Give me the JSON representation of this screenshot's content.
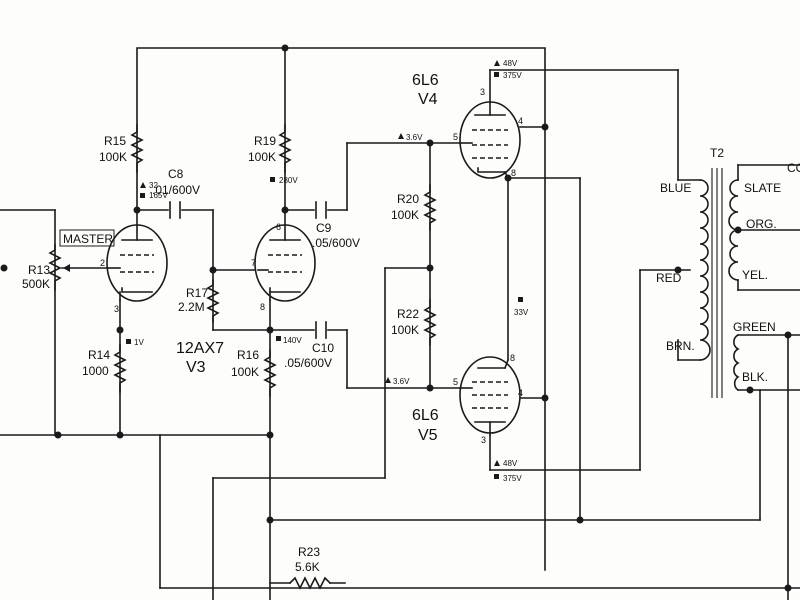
{
  "components": {
    "r13": {
      "ref": "R13",
      "value": "500K",
      "name": "MASTER"
    },
    "r14": {
      "ref": "R14",
      "value": "1000"
    },
    "r15": {
      "ref": "R15",
      "value": "100K"
    },
    "r16": {
      "ref": "R16",
      "value": "100K"
    },
    "r17": {
      "ref": "R17",
      "value": "2.2M"
    },
    "r19": {
      "ref": "R19",
      "value": "100K"
    },
    "r20": {
      "ref": "R20",
      "value": "100K"
    },
    "r22": {
      "ref": "R22",
      "value": "100K"
    },
    "r23": {
      "ref": "R23",
      "value": "5.6K"
    },
    "c8": {
      "ref": "C8",
      "value": ".01/600V"
    },
    "c9": {
      "ref": "C9",
      "value": ".05/600V"
    },
    "c10": {
      "ref": "C10",
      "value": ".05/600V"
    },
    "v3": {
      "type": "12AX7",
      "ref": "V3"
    },
    "v4": {
      "type": "6L6",
      "ref": "V4"
    },
    "v5": {
      "type": "6L6",
      "ref": "V5"
    },
    "t2": {
      "ref": "T2"
    }
  },
  "voltages": {
    "v3a_plate_tri": "32",
    "v3a_plate_sq": "165V",
    "v3b_plate": "280V",
    "v3_cathode_a": "1V",
    "v3_cathode_b": "140V",
    "v4_grid": "3.6V",
    "v5_grid": "3.6V",
    "v4_screen_tri": "48V",
    "v4_screen_sq": "375V",
    "v5_screen_tri": "48V",
    "v5_screen_sq": "375V",
    "bias_node": "33V"
  },
  "pins": {
    "v3a_grid": "2",
    "v3a_cathode": "3",
    "v3b_plate": "6",
    "v3b_grid": "7",
    "v3b_cathode": "8",
    "v4_plate": "3",
    "v4_grid": "5",
    "v4_screen": "4",
    "v4_cathode": "8",
    "v5_plate": "8",
    "v5_grid": "5",
    "v5_screen": "4",
    "v5_cathode": "3"
  },
  "transformer_leads": {
    "primary": [
      "BLUE",
      "RED",
      "BRN."
    ],
    "secondary": [
      "SLATE",
      "ORG.",
      "YEL."
    ],
    "heater": [
      "GREEN",
      "BLK."
    ],
    "clipped_top_label": "CO"
  },
  "colors": {
    "ink": "#1a1a1a",
    "paper": "#fdfdfb"
  }
}
